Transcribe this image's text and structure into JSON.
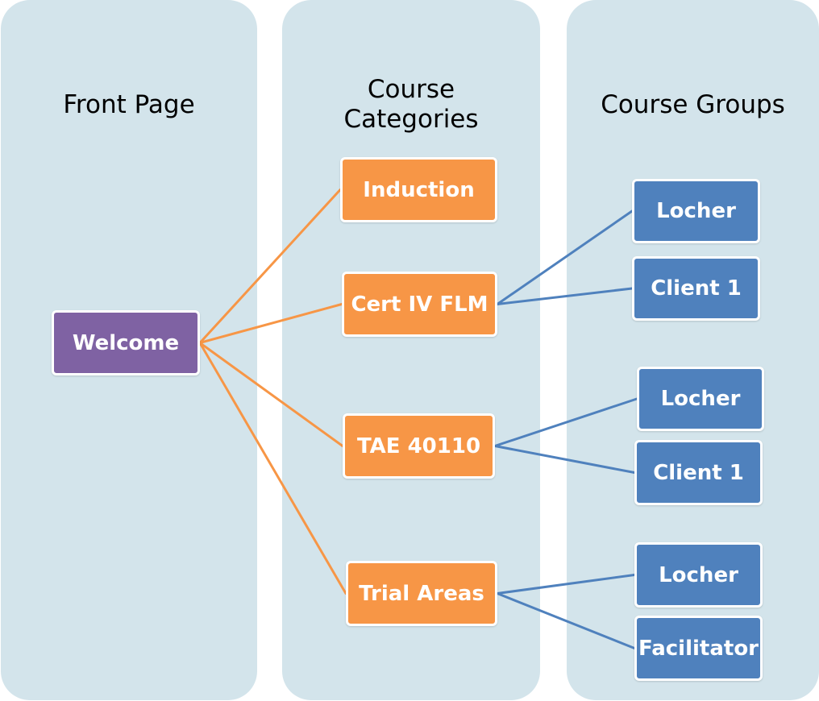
{
  "columns": {
    "front_page": "Front Page",
    "course_categories": "Course\nCategories",
    "course_groups": "Course Groups"
  },
  "root": "Welcome",
  "categories": {
    "induction": "Induction",
    "cert_iv_flm": "Cert IV FLM",
    "tae_40110": "TAE 40110",
    "trial_areas": "Trial Areas"
  },
  "groups": {
    "cert_locher": "Locher",
    "cert_client": "Client 1",
    "tae_locher": "Locher",
    "tae_client": "Client 1",
    "trial_locher": "Locher",
    "trial_facilitator": "Facilitator"
  },
  "colors": {
    "column_bg": "#d3e4eb",
    "welcome": "#7f62a3",
    "category": "#f79646",
    "group": "#4f81bd",
    "orange_line": "#f79646",
    "blue_line": "#4f81bd"
  },
  "edges": [
    [
      "root",
      "induction"
    ],
    [
      "root",
      "cert_iv_flm"
    ],
    [
      "root",
      "tae_40110"
    ],
    [
      "root",
      "trial_areas"
    ],
    [
      "cert_iv_flm",
      "cert_locher"
    ],
    [
      "cert_iv_flm",
      "cert_client"
    ],
    [
      "tae_40110",
      "tae_locher"
    ],
    [
      "tae_40110",
      "tae_client"
    ],
    [
      "trial_areas",
      "trial_locher"
    ],
    [
      "trial_areas",
      "trial_facilitator"
    ]
  ]
}
